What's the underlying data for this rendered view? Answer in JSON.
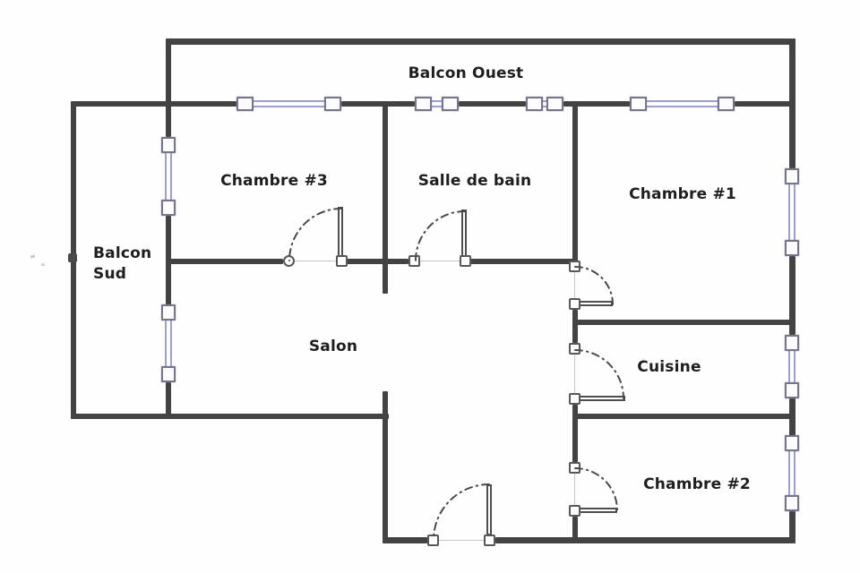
{
  "diagram": {
    "type": "floor-plan",
    "rooms": {
      "balcon_ouest": "Balcon Ouest",
      "balcon_sud": "Balcon Sud",
      "chambre3": "Chambre #3",
      "salle_de_bain": "Salle de bain",
      "chambre1": "Chambre #1",
      "salon": "Salon",
      "cuisine": "Cuisine",
      "chambre2": "Chambre #2"
    },
    "colors": {
      "wall": "#434343",
      "window_frame": "#73768c",
      "window_glass": "#9aa0d6",
      "door_arc": "#4a4a4a",
      "text": "#1e1e1e"
    }
  }
}
